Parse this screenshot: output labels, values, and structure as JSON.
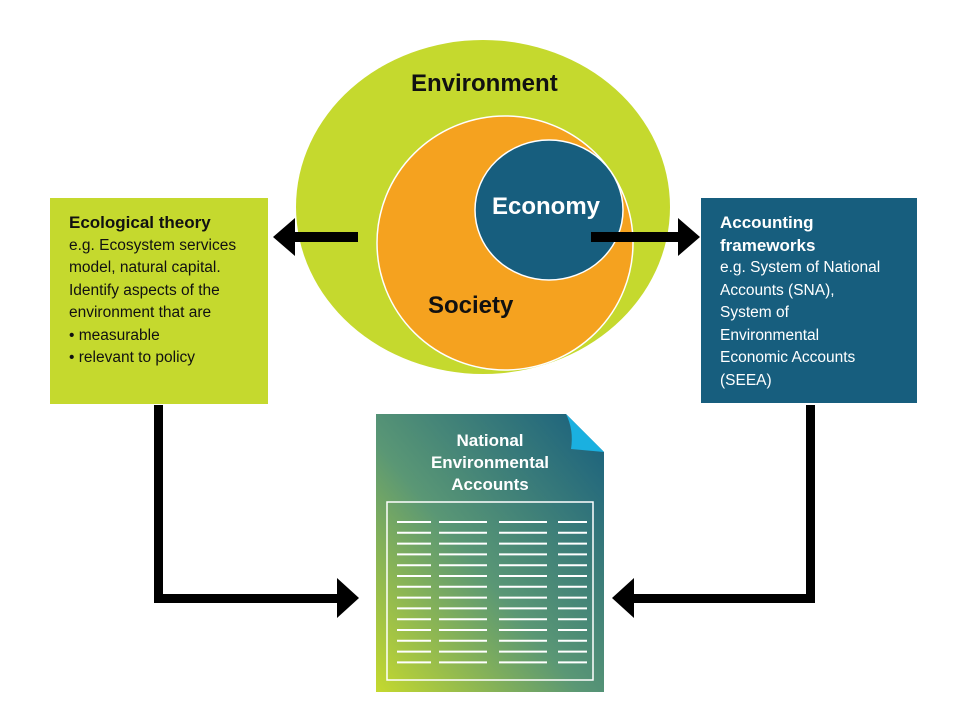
{
  "circles": {
    "environment": "Environment",
    "society": "Society",
    "economy": "Economy"
  },
  "left_box": {
    "title": "Ecological theory",
    "lines": [
      "e.g. Ecosystem services",
      "model, natural capital.",
      "Identify aspects of the",
      "environment that are",
      "• measurable",
      "• relevant to policy"
    ]
  },
  "right_box": {
    "title_lines": [
      "Accounting",
      "frameworks"
    ],
    "lines": [
      "e.g. System of National",
      "Accounts (SNA),",
      "System of",
      "Environmental",
      "Economic Accounts",
      "(SEEA)"
    ]
  },
  "document": {
    "title_lines": [
      "National",
      "Environmental",
      "Accounts"
    ]
  },
  "colors": {
    "environment": "#c5d92e",
    "society": "#f5a21f",
    "economy": "#175e7e",
    "arrow": "#000000"
  }
}
